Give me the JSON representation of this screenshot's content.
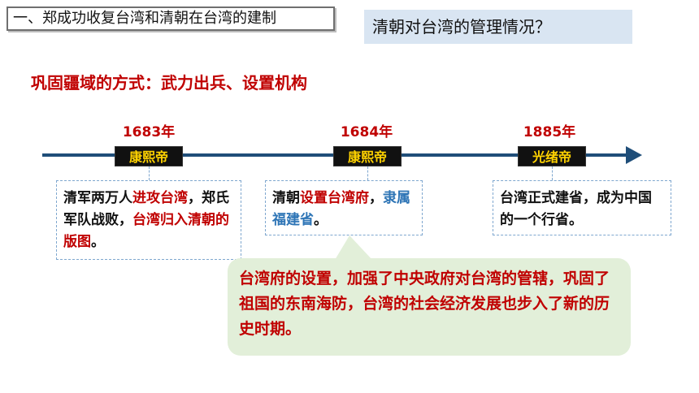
{
  "header": {
    "section_title": "一、郑成功收复台湾和清朝在台湾的建制",
    "question": "清朝对台湾的管理情况？"
  },
  "heading": "巩固疆域的方式：武力出兵、设置机构",
  "timeline": {
    "events": [
      {
        "year": "1683年",
        "emperor": "康熙帝",
        "text_parts": [
          "清军两万人",
          "进攻台湾",
          "，郑氏军队战败，",
          "台湾归入清朝的版图",
          "。"
        ]
      },
      {
        "year": "1684年",
        "emperor": "康熙帝",
        "text_parts": [
          "清朝",
          "设置台湾府",
          "，",
          "隶属福建省",
          "。"
        ]
      },
      {
        "year": "1885年",
        "emperor": "光绪帝",
        "text_parts": [
          "台湾正式建省，成为中国的一个行省。"
        ]
      }
    ]
  },
  "callout": "台湾府的设置，加强了中央政府对台湾的管辖，巩固了祖国的东南海防，台湾的社会经济发展也步入了新的历史时期。",
  "colors": {
    "accent_red": "#c00000",
    "accent_blue": "#2e75b6",
    "timeline": "#1f4e79",
    "emperor_text": "#ffd200",
    "callout_bg": "#e2efd9",
    "question_bg": "#d9e5f2"
  }
}
